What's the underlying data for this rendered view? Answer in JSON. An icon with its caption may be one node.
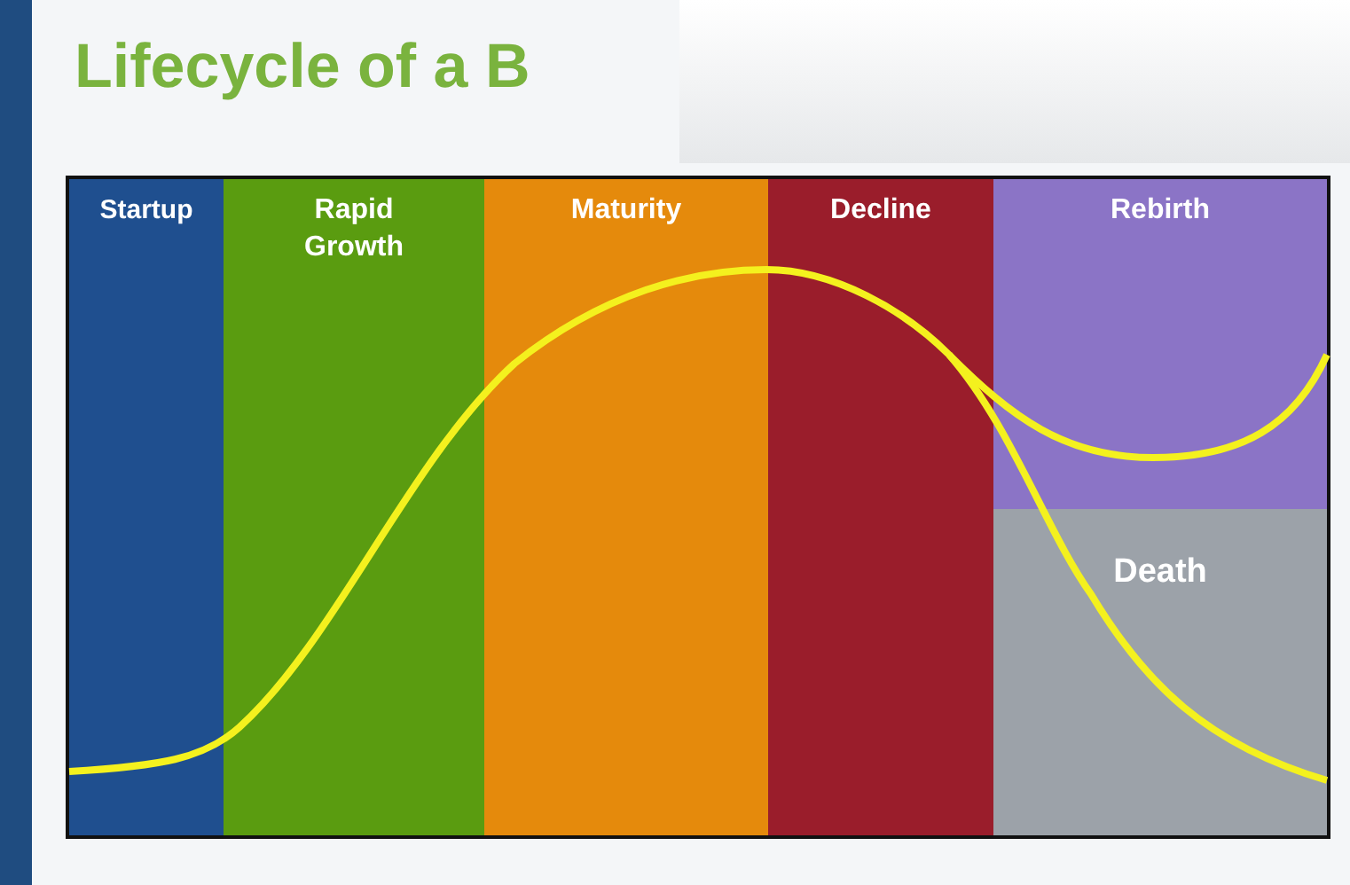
{
  "diagram": {
    "title": "Lifecycle of a B",
    "nodes": [
      {
        "text": [
          "Startup"
        ]
      },
      {
        "text": [
          "Rapid Growth"
        ]
      },
      {
        "text": [
          "Maturity"
        ]
      },
      {
        "text": [
          "Decline"
        ]
      },
      {
        "text": [
          "Rebirth"
        ]
      },
      {
        "text": [
          "Death"
        ]
      }
    ],
    "edges": []
  }
}
